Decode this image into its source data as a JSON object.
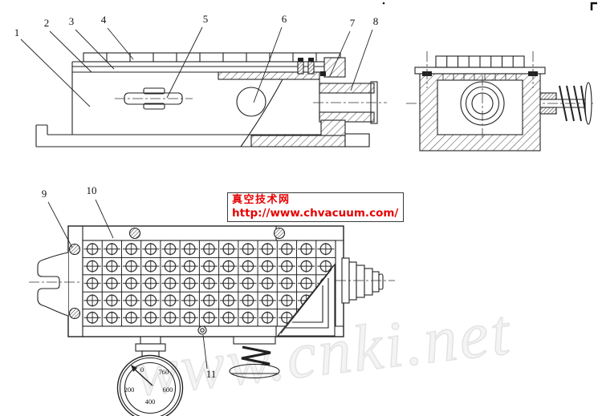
{
  "figure": {
    "type": "engineering-section-drawing",
    "views": [
      "main-section-view",
      "side-section-view",
      "front-view"
    ],
    "line_color": "#222222",
    "background": "#ffffff"
  },
  "callouts": [
    {
      "label": "1"
    },
    {
      "label": "2"
    },
    {
      "label": "3"
    },
    {
      "label": "4"
    },
    {
      "label": "5"
    },
    {
      "label": "6"
    },
    {
      "label": "7"
    },
    {
      "label": "8"
    },
    {
      "label": "9"
    },
    {
      "label": "10"
    },
    {
      "label": "11"
    }
  ],
  "gauge": {
    "ticks": [
      {
        "value": "0"
      },
      {
        "value": "760"
      },
      {
        "value": "600"
      },
      {
        "value": "400"
      },
      {
        "value": "200"
      }
    ]
  },
  "watermark_red": {
    "line1": "真空技术网",
    "line2": "http://www.chvacuum.com/",
    "color": "#e60000"
  },
  "watermark_gray": {
    "text": "www.cnki.net",
    "color": "#e8e8e8"
  }
}
